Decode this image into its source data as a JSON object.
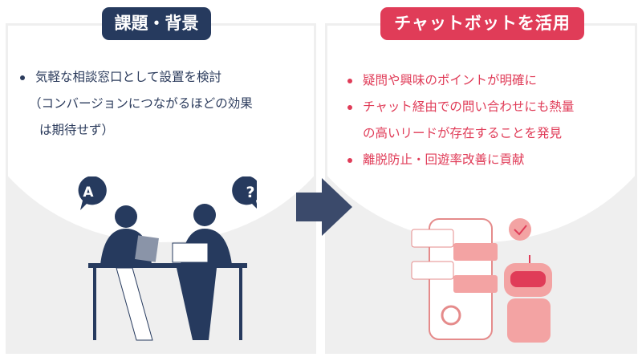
{
  "left": {
    "badge": "課題・背景",
    "bullets": [
      "気軽な相談窓口として設置を検討",
      "（コンバージョンにつながるほどの効果",
      "は期待せず）"
    ],
    "speech_a": "A",
    "speech_q": "?"
  },
  "right": {
    "badge": "チャットボットを活用",
    "bullets": [
      "疑問や興味のポイントが明確に",
      "チャット経由での問い合わせにも熱量",
      "の高いリードが存在することを発見",
      "離脱防止・回遊率改善に貢献"
    ]
  },
  "colors": {
    "navy": "#263a5e",
    "red": "#e03c58",
    "pink": "#f3a3a3"
  }
}
